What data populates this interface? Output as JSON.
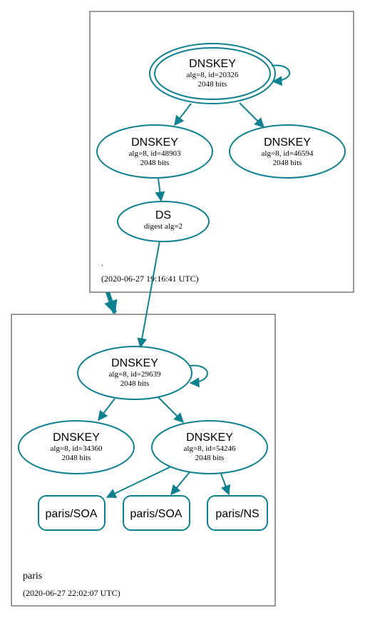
{
  "zones": {
    "root": {
      "name": ".",
      "timestamp": "(2020-06-27 19:16:41 UTC)"
    },
    "paris": {
      "name": "paris",
      "timestamp": "(2020-06-27 22:02:07 UTC)"
    }
  },
  "nodes": {
    "root_ksk": {
      "title": "DNSKEY",
      "detail": "alg=8, id=20326",
      "size": "2048 bits"
    },
    "root_zsk1": {
      "title": "DNSKEY",
      "detail": "alg=8, id=48903",
      "size": "2048 bits"
    },
    "root_zsk2": {
      "title": "DNSKEY",
      "detail": "alg=8, id=46594",
      "size": "2048 bits"
    },
    "ds": {
      "title": "DS",
      "detail": "digest alg=2"
    },
    "paris_ksk": {
      "title": "DNSKEY",
      "detail": "alg=8, id=29639",
      "size": "2048 bits"
    },
    "paris_k1": {
      "title": "DNSKEY",
      "detail": "alg=8, id=34360",
      "size": "2048 bits"
    },
    "paris_zsk": {
      "title": "DNSKEY",
      "detail": "alg=8, id=54246",
      "size": "2048 bits"
    },
    "rr_soa1": {
      "label": "paris/SOA"
    },
    "rr_soa2": {
      "label": "paris/SOA"
    },
    "rr_ns": {
      "label": "paris/NS"
    }
  },
  "colors": {
    "edge": "#0f8090",
    "ksk_fill": "#d3d3d3"
  }
}
